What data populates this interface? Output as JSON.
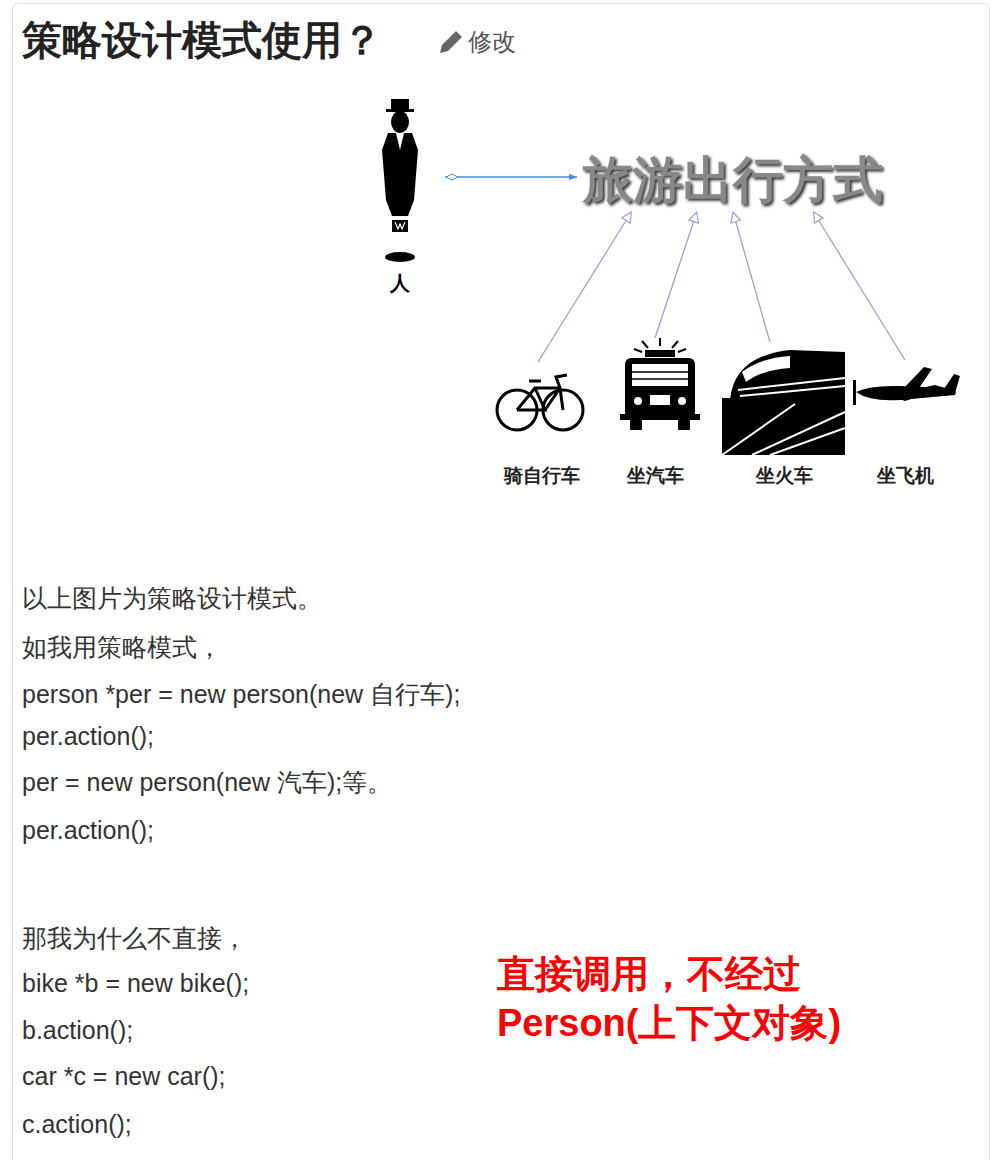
{
  "diagram": {
    "title": "策略设计模式使用？",
    "nodes": [
      {
        "text": [
          "人"
        ]
      },
      {
        "text": [
          "旅游出行方式"
        ]
      },
      {
        "text": [
          "骑自行车"
        ]
      },
      {
        "text": [
          "坐汽车"
        ]
      },
      {
        "text": [
          "坐火车"
        ]
      },
      {
        "text": [
          "坐飞机"
        ]
      }
    ],
    "edges": [
      {
        "from": 0,
        "to": 1,
        "arrow": "to"
      },
      {
        "from": 2,
        "to": 1,
        "arrow": "to"
      },
      {
        "from": 3,
        "to": 1,
        "arrow": "to"
      },
      {
        "from": 4,
        "to": 1,
        "arrow": "to"
      },
      {
        "from": 5,
        "to": 1,
        "arrow": "to"
      }
    ],
    "labels": [
      "修改",
      "以上图片为策略设计模式。",
      "如我用策略模式，",
      "person *per = new person(new 自行车);",
      "per.action();",
      "per = new person(new 汽车);等。",
      "per.action();",
      "那我为什么不直接，",
      "bike *b = new bike();",
      "b.action();",
      "car *c = new car();",
      "c.action();",
      "直接调用，不经过 Person(上下文对象)"
    ]
  }
}
